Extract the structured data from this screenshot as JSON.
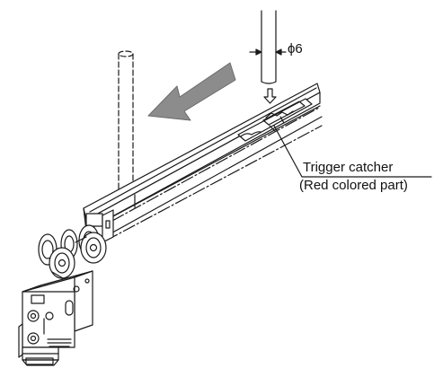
{
  "diagram": {
    "dimension_label": "ϕ6",
    "callout": {
      "line1": "Trigger catcher",
      "line2": "(Red colored part)"
    },
    "colors": {
      "stroke": "#1a1a1a",
      "arrow_fill": "#8c8c8c",
      "background": "#ffffff"
    },
    "icons": {
      "direction_arrow": "left-down-arrow",
      "insert_arrow": "down-arrow"
    }
  }
}
